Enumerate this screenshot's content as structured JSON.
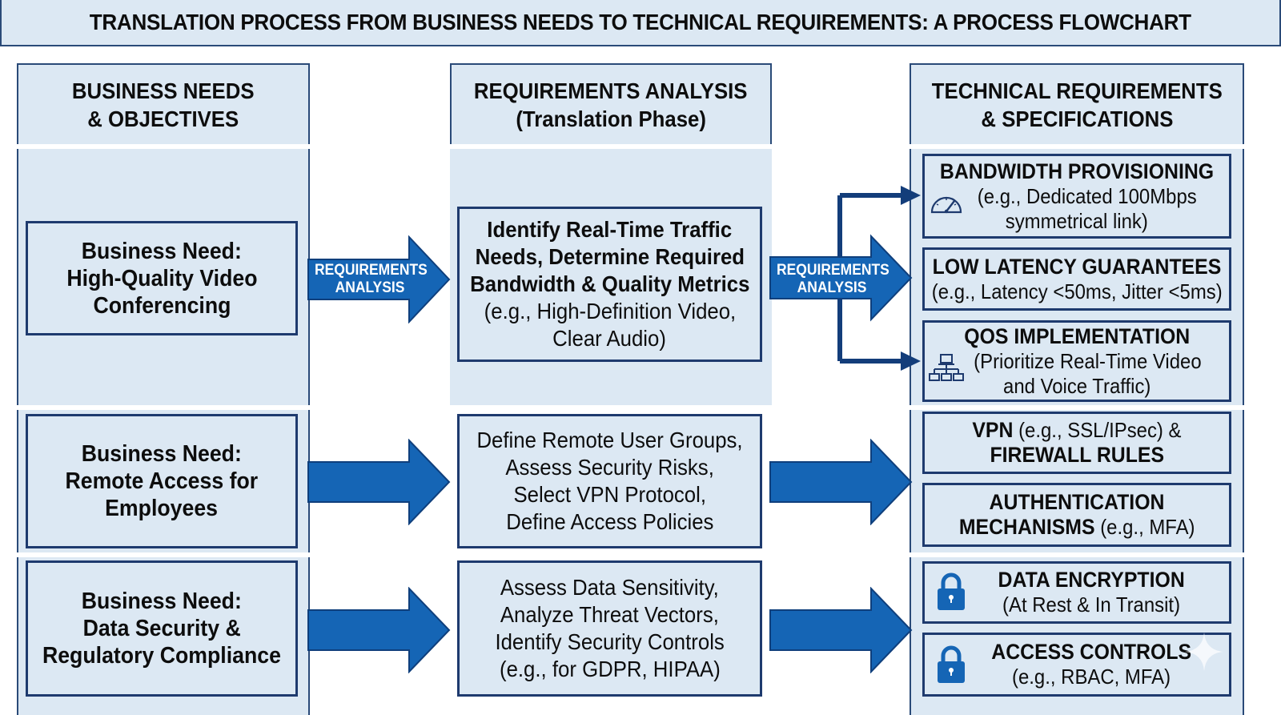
{
  "title": "TRANSLATION PROCESS FROM BUSINESS NEEDS TO TECHNICAL REQUIREMENTS: A PROCESS FLOWCHART",
  "columns": {
    "business": {
      "line1": "BUSINESS NEEDS",
      "line2": "& OBJECTIVES"
    },
    "analysis": {
      "line1": "REQUIREMENTS ANALYSIS",
      "line2": "(Translation Phase)"
    },
    "technical": {
      "line1": "TECHNICAL REQUIREMENTS",
      "line2": "& SPECIFICATIONS"
    }
  },
  "colors": {
    "accent": "#1565b5",
    "border": "#1e3a6e",
    "panel": "#dce8f3",
    "connector": "#133d7a"
  },
  "arrow_label": {
    "line1": "REQUIREMENTS",
    "line2": "ANALYSIS"
  },
  "rows": [
    {
      "need": [
        "Business Need:",
        "High-Quality Video",
        "Conferencing"
      ],
      "analysis": {
        "bold": [
          "Identify Real-Time Traffic",
          "Needs, Determine Required",
          "Bandwidth & Quality Metrics"
        ],
        "normal": [
          "(e.g., High-Definition Video,",
          "Clear Audio)"
        ]
      },
      "technical": [
        {
          "icon": "speedometer-icon",
          "heading": "BANDWIDTH PROVISIONING",
          "detail": [
            "(e.g., Dedicated 100Mbps",
            "symmetrical link)"
          ]
        },
        {
          "icon": null,
          "heading": "LOW LATENCY GUARANTEES",
          "detail": [
            "(e.g., Latency <50ms, Jitter <5ms)"
          ]
        },
        {
          "icon": "network-hierarchy-icon",
          "heading": "QOS IMPLEMENTATION",
          "detail": [
            "(Prioritize Real-Time Video",
            "and Voice Traffic)"
          ]
        }
      ]
    },
    {
      "need": [
        "Business Need:",
        "Remote Access for",
        "Employees"
      ],
      "analysis": {
        "bold": [],
        "normal": [
          "Define Remote User Groups,",
          "Assess Security Risks,",
          "Select VPN Protocol,",
          "Define Access Policies"
        ]
      },
      "technical": [
        {
          "icon": null,
          "heading_a": "VPN",
          "detail_a": " (e.g., SSL/IPsec) &",
          "heading_b": "FIREWALL RULES"
        },
        {
          "icon": null,
          "heading_a": "AUTHENTICATION",
          "heading_b": "MECHANISMS",
          "detail_b": " (e.g., MFA)"
        }
      ]
    },
    {
      "need": [
        "Business Need:",
        "Data Security &",
        "Regulatory Compliance"
      ],
      "analysis": {
        "bold": [],
        "normal": [
          "Assess Data Sensitivity,",
          "Analyze Threat Vectors,",
          "Identify Security Controls",
          "(e.g., for GDPR, HIPAA)"
        ]
      },
      "technical": [
        {
          "icon": "padlock-icon",
          "heading": "DATA ENCRYPTION",
          "detail": [
            "(At Rest & In Transit)"
          ]
        },
        {
          "icon": "padlock-icon",
          "heading": "ACCESS CONTROLS",
          "detail": [
            "(e.g., RBAC, MFA)"
          ]
        }
      ]
    }
  ]
}
